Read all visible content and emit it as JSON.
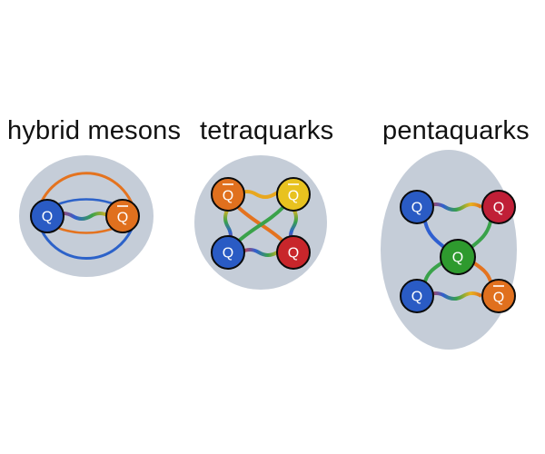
{
  "titles": {
    "hybrid": "hybrid mesons",
    "tetra": "tetraquarks",
    "penta": "pentaquarks"
  },
  "colors": {
    "background_blob": "#c5cdd8",
    "quark_blue": "#2a5bc4",
    "quark_orange": "#e0701e",
    "quark_yellow": "#e8c21f",
    "quark_red": "#c8262b",
    "quark_crimson": "#c01f37",
    "quark_green": "#2e9a2e",
    "gluon_orange": "#e4731f",
    "gluon_blue": "#2c62c9"
  },
  "particles": {
    "hybrid": [
      {
        "label": "Q",
        "bar": false,
        "color": "quark_blue"
      },
      {
        "label": "Q",
        "bar": true,
        "color": "quark_orange"
      }
    ],
    "tetra": [
      {
        "label": "Q",
        "bar": true,
        "color": "quark_orange"
      },
      {
        "label": "Q",
        "bar": true,
        "color": "quark_yellow"
      },
      {
        "label": "Q",
        "bar": false,
        "color": "quark_blue"
      },
      {
        "label": "Q",
        "bar": false,
        "color": "quark_red"
      }
    ],
    "penta": [
      {
        "label": "Q",
        "bar": false,
        "color": "quark_blue"
      },
      {
        "label": "Q",
        "bar": false,
        "color": "quark_crimson"
      },
      {
        "label": "Q",
        "bar": false,
        "color": "quark_green"
      },
      {
        "label": "Q",
        "bar": false,
        "color": "quark_blue"
      },
      {
        "label": "Q",
        "bar": true,
        "color": "quark_orange"
      }
    ]
  }
}
